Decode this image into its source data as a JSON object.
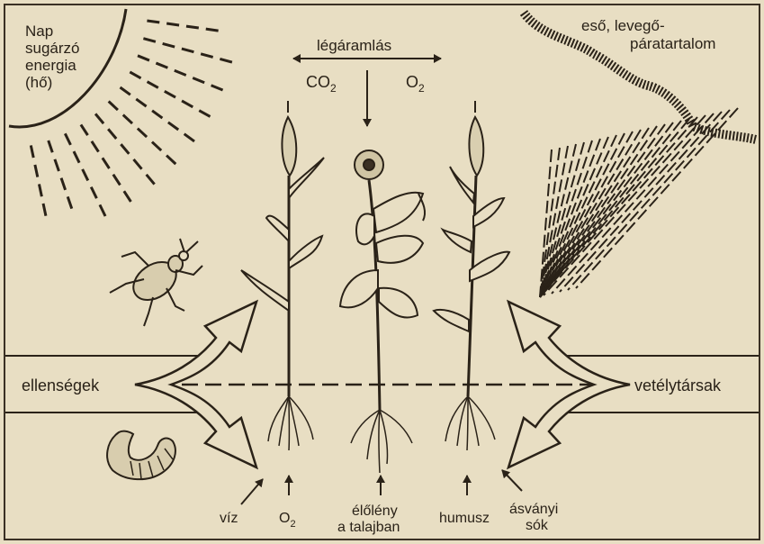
{
  "labels": {
    "sun": [
      "Nap",
      "sugárzó",
      "energia",
      "(hő)"
    ],
    "airflow": "légáramlás",
    "co2": "CO",
    "co2_sub": "2",
    "o2_top": "O",
    "o2_top_sub": "2",
    "rain": [
      "eső, levegő-",
      "páratartalom"
    ],
    "enemies": "ellenségek",
    "competitors": "vetélytársak",
    "water": "víz",
    "o2_bottom": "O",
    "o2_bottom_sub": "2",
    "soil_life": [
      "élőlény",
      "a talajban"
    ],
    "humus": "humusz",
    "minerals": [
      "ásványi",
      "sók"
    ]
  },
  "colors": {
    "paper": "#e8dec3",
    "ink": "#2a2218"
  }
}
